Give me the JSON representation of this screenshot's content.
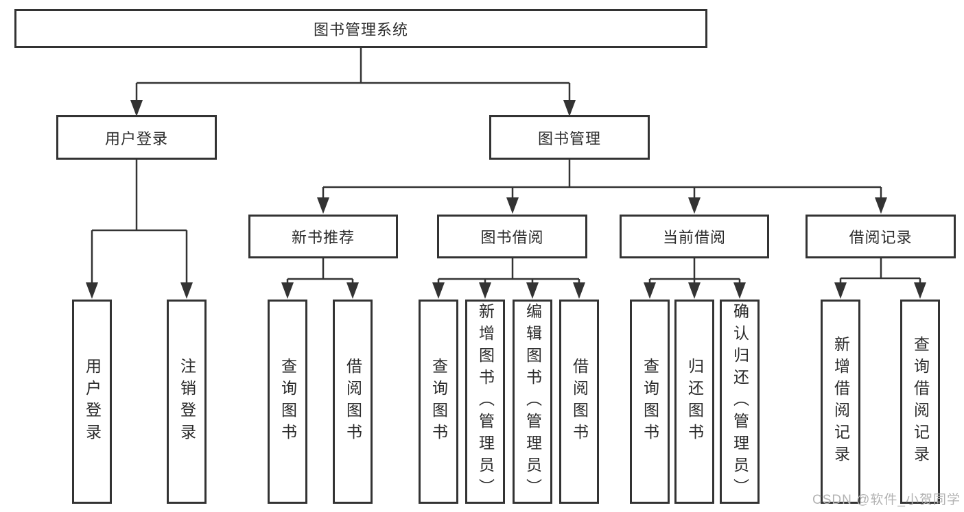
{
  "colors": {
    "line": "#333333",
    "box_border": "#333333",
    "text": "#2b2b2b",
    "background": "#ffffff",
    "watermark": "#b3b3b3"
  },
  "diagram": {
    "root": {
      "label": "图书管理系统"
    },
    "level2": [
      {
        "label": "用户登录"
      },
      {
        "label": "图书管理"
      }
    ],
    "level3": [
      {
        "label": "新书推荐"
      },
      {
        "label": "图书借阅"
      },
      {
        "label": "当前借阅"
      },
      {
        "label": "借阅记录"
      }
    ],
    "leaves": [
      {
        "label": "用户登录"
      },
      {
        "label": "注销登录"
      },
      {
        "label": "查询图书"
      },
      {
        "label": "借阅图书"
      },
      {
        "label": "查询图书"
      },
      {
        "label": "新增图书（管理员）"
      },
      {
        "label": "编辑图书（管理员）"
      },
      {
        "label": "借阅图书"
      },
      {
        "label": "查询图书"
      },
      {
        "label": "归还图书"
      },
      {
        "label": "确认归还（管理员）"
      },
      {
        "label": "新增借阅记录"
      },
      {
        "label": "查询借阅记录"
      }
    ]
  },
  "watermark": {
    "text": "CSDN @软件_小贺同学"
  }
}
